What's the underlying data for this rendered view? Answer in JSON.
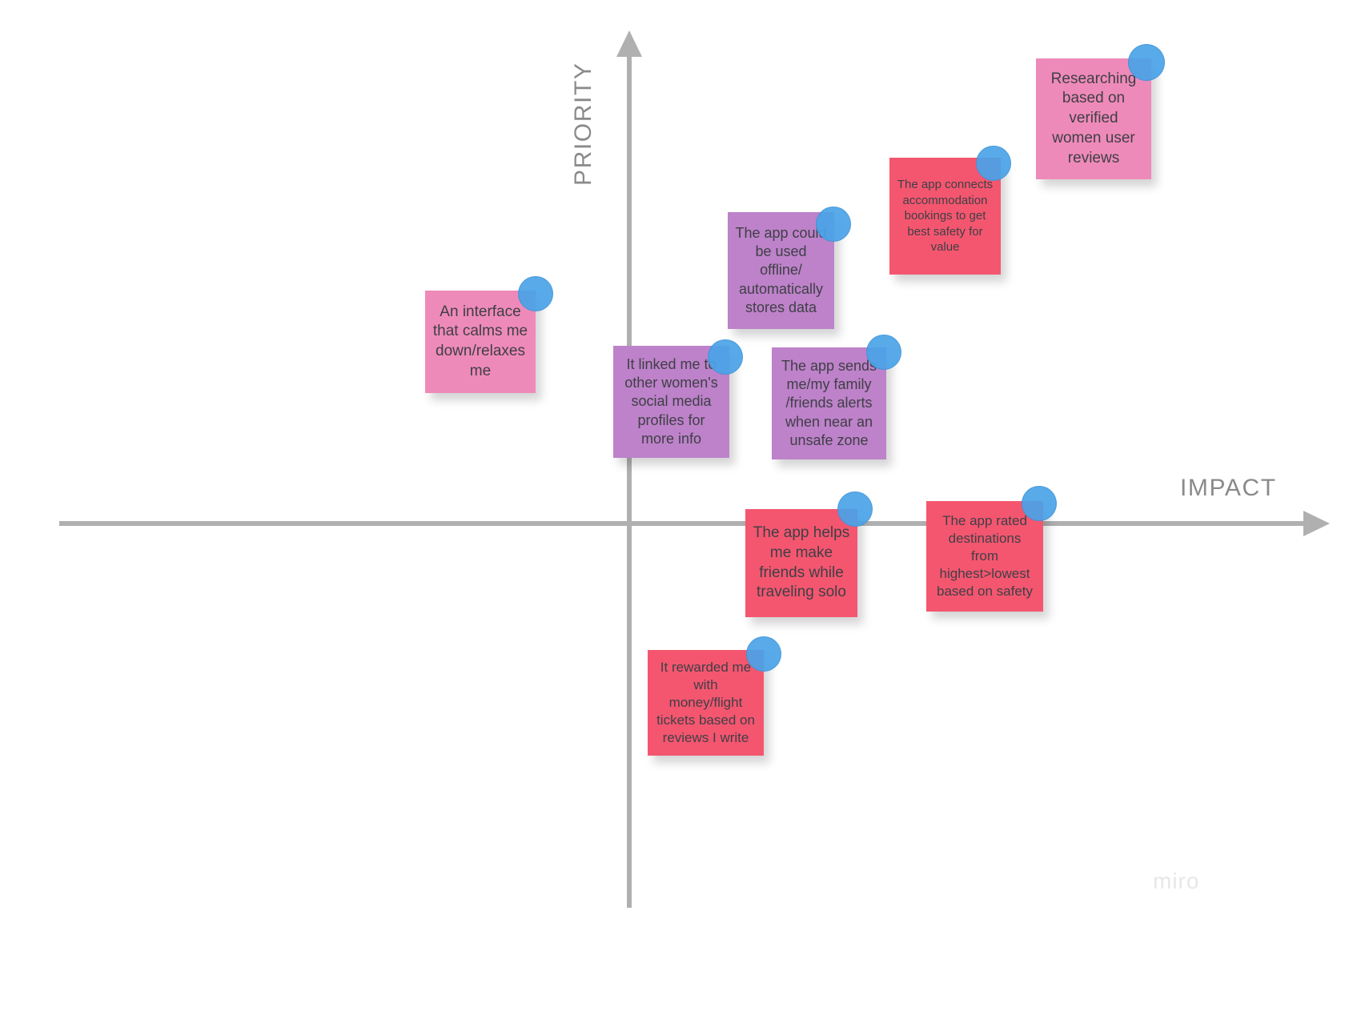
{
  "board": {
    "background_color": "#ffffff",
    "watermark": "miro"
  },
  "axes": {
    "vertical_label": "PRIORITY",
    "horizontal_label": "IMPACT",
    "axis_color": "#b0b0b0",
    "label_color": "#8a8a8a"
  },
  "colors": {
    "pink": "#ee8ab9",
    "purple": "#bd82c9",
    "red": "#f4566f",
    "vote_dot": "#4aa3e8",
    "note_text": "#3f3f46"
  },
  "notes": [
    {
      "id": "researching-verified-reviews",
      "text": "Researching\nbased on\nverified\nwomen user\nreviews",
      "color": "pink",
      "quadrant": "high-impact-high-priority",
      "font_size": 19
    },
    {
      "id": "app-connects-accommodation-bookings",
      "text": "The app connects\naccommodation\nbookings to get\nbest safety for\nvalue",
      "color": "red",
      "quadrant": "high-impact-high-priority",
      "font_size": 15
    },
    {
      "id": "app-used-offline",
      "text": "The app could\nbe used offline/\nautomatically\nstores data",
      "color": "purple",
      "quadrant": "high-impact-high-priority",
      "font_size": 18
    },
    {
      "id": "interface-calms-me-down",
      "text": "An  interface\nthat calms me\ndown/relaxes\nme",
      "color": "pink",
      "quadrant": "low-impact-high-priority",
      "font_size": 19
    },
    {
      "id": "linked-to-other-womens-profiles",
      "text": "It linked me to\nother women's\nsocial media\nprofiles for\nmore info",
      "color": "purple",
      "quadrant": "high-impact-high-priority",
      "font_size": 18
    },
    {
      "id": "app-sends-family-alerts",
      "text": "The app sends\nme/my family\n/friends alerts\nwhen near an\nunsafe zone",
      "color": "purple",
      "quadrant": "high-impact-high-priority",
      "font_size": 18
    },
    {
      "id": "app-helps-make-friends",
      "text": "The app helps\nme make\nfriends while\ntraveling solo",
      "color": "red",
      "quadrant": "high-impact-low-priority",
      "font_size": 19
    },
    {
      "id": "app-rated-destinations",
      "text": "The app rated\ndestinations\nfrom\nhighest>lowest\nbased on safety",
      "color": "red",
      "quadrant": "high-impact-low-priority",
      "font_size": 17
    },
    {
      "id": "rewarded-with-money-flight-tickets",
      "text": "It rewarded me\nwith\nmoney/flight\ntickets based on\nreviews I write",
      "color": "red",
      "quadrant": "high-impact-low-priority",
      "font_size": 17
    }
  ],
  "vote_dots_count": 9
}
